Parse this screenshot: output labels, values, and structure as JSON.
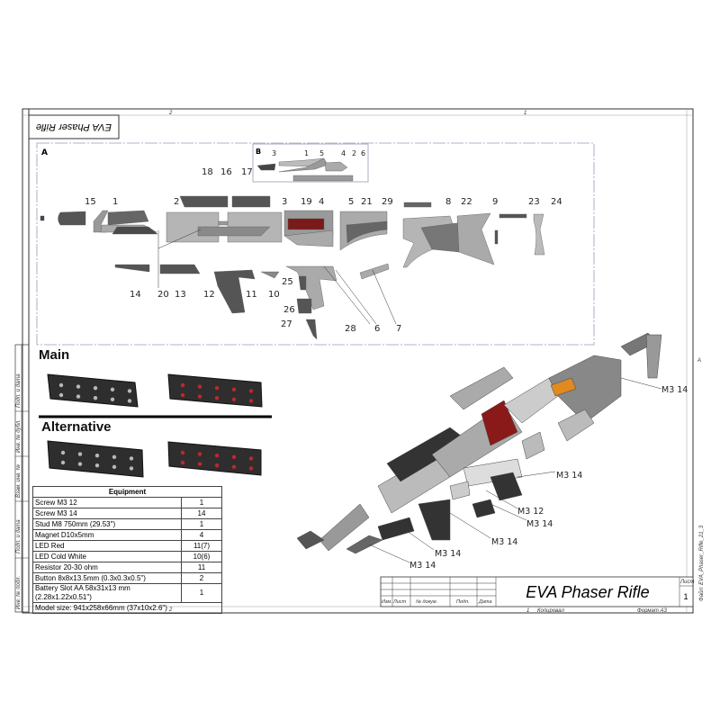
{
  "sheet": {
    "title": "EVA Phaser Rifle",
    "title_box_upside_down": "EVA Phaser Rifle",
    "zone_top": [
      "2",
      "1"
    ],
    "zone_bottom": [
      "2",
      "1"
    ],
    "zone_right": "A",
    "sheet_label": "Лист",
    "sheet_number": "1",
    "copied": "Копировал",
    "format": "Формат А3",
    "file": "Файл: EVA_Phaser_Rifle_21_3",
    "title_columns": [
      "Изм.",
      "Лист",
      "№ докум.",
      "Подп.",
      "Дата"
    ],
    "side_stamp": [
      "Инв. № подл.",
      "Подп. и дата",
      "Взам. инв. №",
      "Инв. № дубл.",
      "Подп. и дата"
    ]
  },
  "exploded_view": {
    "view_a_label": "A",
    "view_b_label": "B",
    "callouts_a": [
      "15",
      "1",
      "18",
      "16",
      "17",
      "2",
      "3",
      "19",
      "4",
      "5",
      "21",
      "29",
      "8",
      "22",
      "9",
      "23",
      "24",
      "14",
      "20",
      "13",
      "12",
      "11",
      "10",
      "25",
      "26",
      "27",
      "28",
      "6",
      "7"
    ],
    "callouts_b": [
      "3",
      "1",
      "5",
      "4",
      "2",
      "6"
    ]
  },
  "assembly_view": {
    "screw_labels": [
      "M3 14",
      "M3 14",
      "M3 12",
      "M3 14",
      "M3 14",
      "M3 14",
      "M3 14"
    ]
  },
  "led_boards": {
    "main_label": "Main",
    "alternative_label": "Alternative",
    "led_colors": {
      "white": "#b8b8b8",
      "red": "#c0272d"
    }
  },
  "equipment": {
    "header": "Equipment",
    "rows": [
      {
        "item": "Screw M3 12",
        "qty": "1"
      },
      {
        "item": "Screw M3 14",
        "qty": "14"
      },
      {
        "item": "Stud M8 750mm (29.53\")",
        "qty": "1"
      },
      {
        "item": "Magnet D10x5mm",
        "qty": "4"
      },
      {
        "item": "LED Red",
        "qty": "11(7)"
      },
      {
        "item": "LED Cold White",
        "qty": "10(6)"
      },
      {
        "item": "Resistor 20-30 ohm",
        "qty": "11"
      },
      {
        "item": "Button 8x8x13.5mm (0.3x0.3x0.5\")",
        "qty": "2"
      },
      {
        "item": "Battery Slot AA 58x31x13 mm (2.28x1.22x0.51\")",
        "qty": "1"
      }
    ],
    "model_size": "Model size: 941x258x66mm (37x10x2.6\")"
  }
}
